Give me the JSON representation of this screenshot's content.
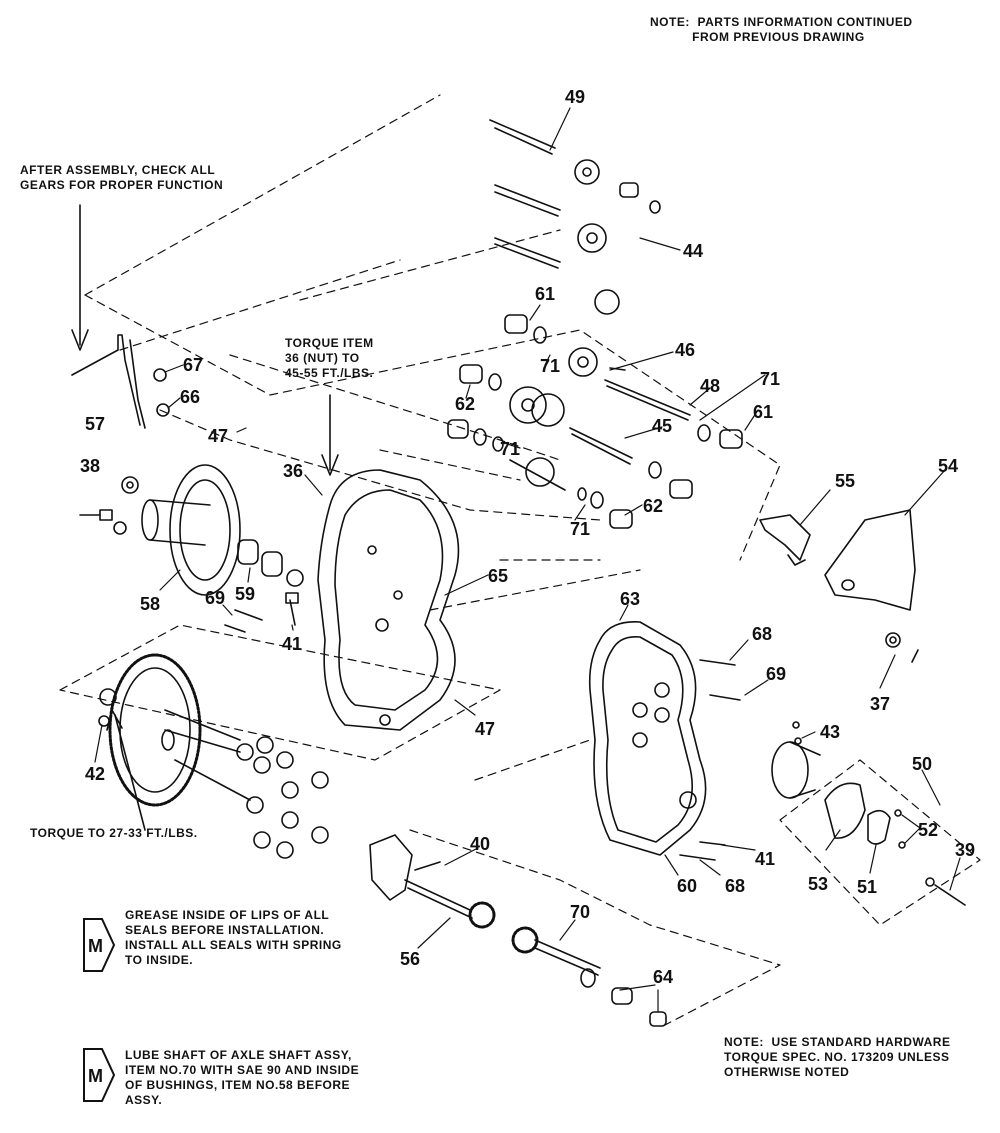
{
  "notes": {
    "continued": "NOTE:  PARTS INFORMATION CONTINUED\n           FROM PREVIOUS DRAWING",
    "after_assembly": "AFTER ASSEMBLY, CHECK ALL\nGEARS FOR PROPER FUNCTION",
    "torque_36": "TORQUE ITEM\n36 (NUT) TO\n45-55 FT./LBS.",
    "torque_42": "TORQUE TO 27-33 FT./LBS.",
    "grease": "GREASE INSIDE OF LIPS OF ALL\nSEALS BEFORE INSTALLATION.\nINSTALL ALL SEALS WITH SPRING\nTO INSIDE.",
    "lube": "LUBE SHAFT OF AXLE SHAFT ASSY,\nITEM NO.70 WITH SAE 90 AND INSIDE\nOF BUSHINGS, ITEM NO.58 BEFORE\nASSY.",
    "standard_hardware": "NOTE:  USE STANDARD HARDWARE\nTORQUE SPEC. NO. 173209 UNLESS\nOTHERWISE NOTED"
  },
  "m_icon_letter": "M",
  "callouts": [
    "49",
    "44",
    "61",
    "46",
    "71",
    "48",
    "71",
    "61",
    "67",
    "66",
    "57",
    "62",
    "45",
    "71",
    "47",
    "36",
    "38",
    "55",
    "54",
    "71",
    "62",
    "65",
    "58",
    "59",
    "63",
    "69",
    "41",
    "68",
    "69",
    "37",
    "43",
    "47",
    "42",
    "50",
    "52",
    "39",
    "40",
    "41",
    "68",
    "60",
    "53",
    "51",
    "70",
    "56",
    "64"
  ],
  "colors": {
    "ink": "#111111",
    "background": "#ffffff"
  }
}
